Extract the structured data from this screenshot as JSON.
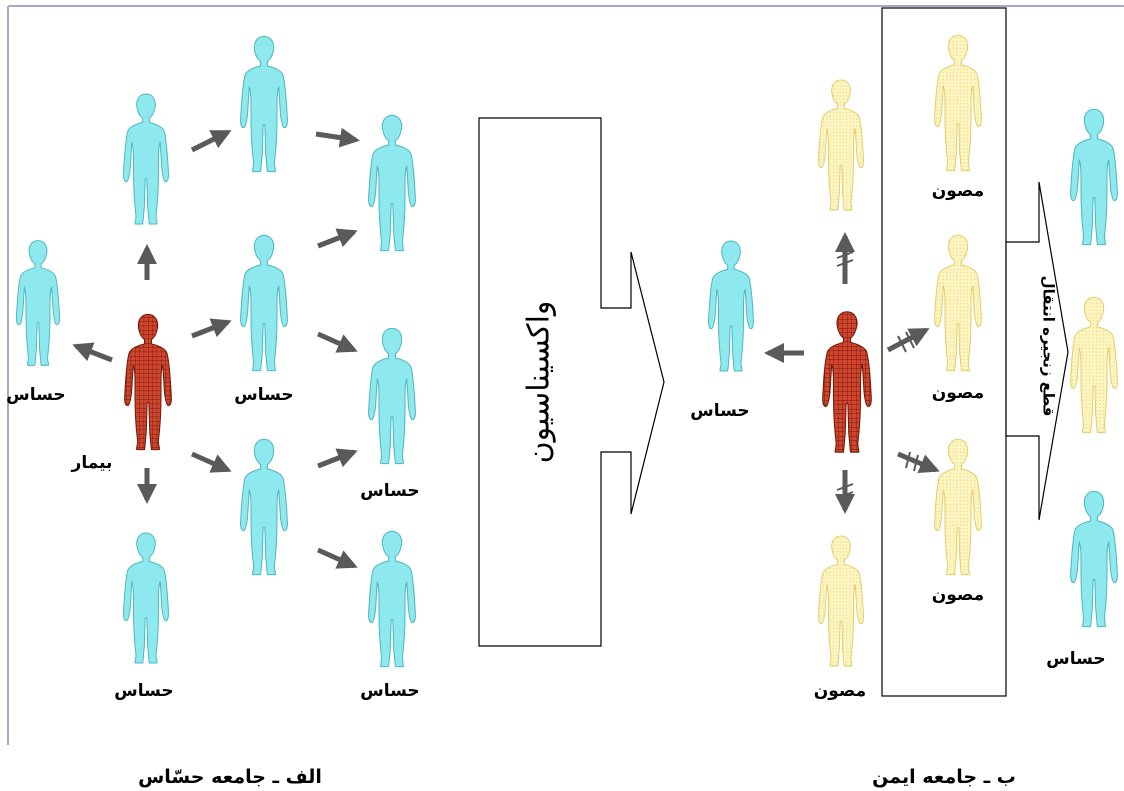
{
  "colors": {
    "susceptible": "#8ee9ee",
    "susceptible_stroke": "#4fb7be",
    "immune": "#fdf6c4",
    "immune_stroke": "#e3cf6a",
    "sick": "#d2452c",
    "sick_stroke": "#6e1d10",
    "arrow": "#5a5a5a",
    "frame": "#a8a8c8"
  },
  "icons": {
    "person": "person-silhouette-icon",
    "arrow": "arrow-icon",
    "blocked_arrow": "blocked-arrow-icon",
    "block_arrow_big": "big-block-arrow-icon"
  },
  "labels": {
    "susceptible": "حساس",
    "immune": "مصون",
    "sick": "بیمار"
  },
  "captions": {
    "left": "الف ـ جامعه حسّاس",
    "right": "ب ـ جامعه ایمن"
  },
  "big_arrows": {
    "vaccination": "واکسیناسیون",
    "chain_break": "قطع زنجیره انتقال"
  }
}
